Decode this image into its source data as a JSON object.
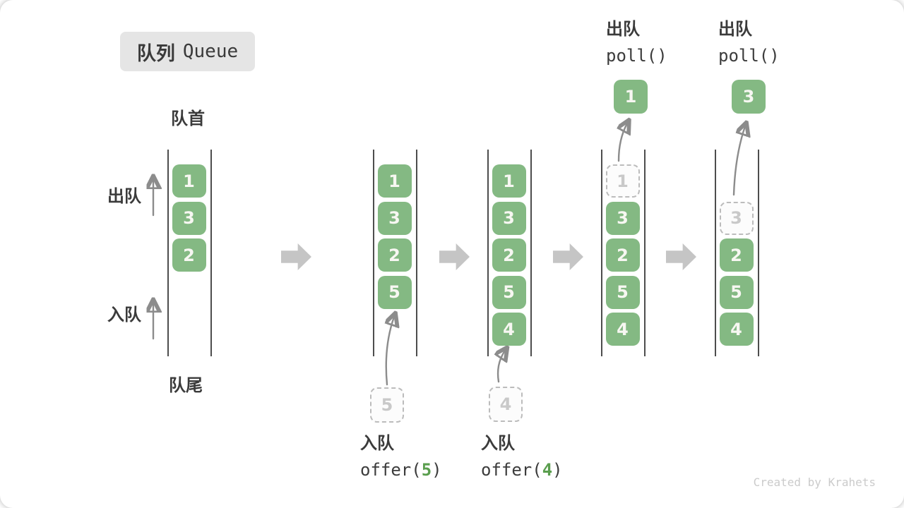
{
  "title": {
    "zh": "队列",
    "en": "Queue"
  },
  "side_labels": {
    "front": "队首",
    "rear": "队尾",
    "dequeue": "出队",
    "enqueue": "入队"
  },
  "operations": [
    {
      "id": "enqueue-5",
      "label": "入队",
      "code_pre": "offer(",
      "code_num": "5",
      "code_post": ")"
    },
    {
      "id": "enqueue-4",
      "label": "入队",
      "code_pre": "offer(",
      "code_num": "4",
      "code_post": ")"
    },
    {
      "id": "dequeue-1",
      "label": "出队",
      "code_pre": "poll()",
      "code_num": "",
      "code_post": ""
    },
    {
      "id": "dequeue-3",
      "label": "出队",
      "code_pre": "poll()",
      "code_num": "",
      "code_post": ""
    }
  ],
  "queues": [
    {
      "name": "state-1",
      "slots": [
        {
          "v": "1",
          "style": "solid"
        },
        {
          "v": "3",
          "style": "solid"
        },
        {
          "v": "2",
          "style": "solid"
        }
      ]
    },
    {
      "name": "state-2",
      "slots": [
        {
          "v": "1",
          "style": "solid"
        },
        {
          "v": "3",
          "style": "solid"
        },
        {
          "v": "2",
          "style": "solid"
        },
        {
          "v": "5",
          "style": "solid"
        }
      ]
    },
    {
      "name": "state-3",
      "slots": [
        {
          "v": "1",
          "style": "solid"
        },
        {
          "v": "3",
          "style": "solid"
        },
        {
          "v": "2",
          "style": "solid"
        },
        {
          "v": "5",
          "style": "solid"
        },
        {
          "v": "4",
          "style": "solid"
        }
      ]
    },
    {
      "name": "state-4",
      "slots": [
        {
          "v": "1",
          "style": "dashed"
        },
        {
          "v": "3",
          "style": "solid"
        },
        {
          "v": "2",
          "style": "solid"
        },
        {
          "v": "5",
          "style": "solid"
        },
        {
          "v": "4",
          "style": "solid"
        }
      ]
    },
    {
      "name": "state-5",
      "slots": [
        {
          "v": "",
          "style": "empty"
        },
        {
          "v": "3",
          "style": "dashed"
        },
        {
          "v": "2",
          "style": "solid"
        },
        {
          "v": "5",
          "style": "solid"
        },
        {
          "v": "4",
          "style": "solid"
        }
      ]
    }
  ],
  "floating": {
    "pending": [
      {
        "v": "5"
      },
      {
        "v": "4"
      }
    ],
    "dequeued": [
      {
        "v": "1"
      },
      {
        "v": "3"
      }
    ]
  },
  "watermark": "Created by Krahets",
  "colors": {
    "box_green": "#84b983",
    "box_text": "#f7f7f2",
    "code_green": "#5a9e4e",
    "text_dark": "#3b3b3b",
    "block_arrow_gray": "#c5c5c5",
    "thin_arrow_gray": "#8c8c8c",
    "dashed_border": "#bcbcbc",
    "dashed_text": "#c9c9c9",
    "wall_line": "#4d4d4d",
    "title_bg": "#e5e5e5",
    "watermark_gray": "#cbcbcb"
  }
}
